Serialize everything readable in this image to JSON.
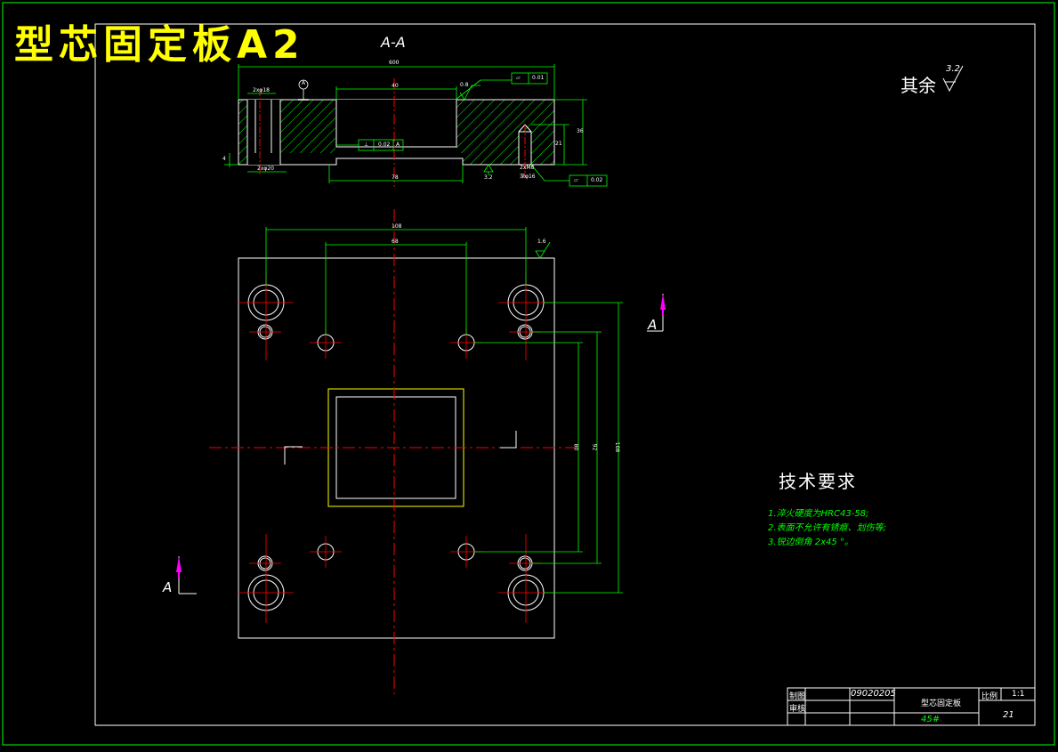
{
  "drawing": {
    "title": "型芯固定板A2",
    "section_label": "A-A",
    "rest_roughness_label": "其余",
    "rest_roughness_value": "3.2",
    "view_marker_right": "A",
    "view_marker_left": "A"
  },
  "section_view": {
    "dims": {
      "overall_width": "600",
      "inner_width": "40",
      "bottom_width": "78",
      "bore_top": "2xφ18",
      "bore_bottom": "2xφ20",
      "right_height": "21",
      "right_total": "36",
      "left_step": "4",
      "thread_spec_1": "2xM8",
      "thread_spec_2": "深φ16"
    },
    "roughness_top": "0.8",
    "roughness_bottom": "3.2",
    "tolerances": [
      {
        "symbol": "▱",
        "value": "0.01"
      },
      {
        "symbol": "⊥",
        "value": "0.02",
        "datum": "A"
      },
      {
        "symbol": "▱",
        "value": "0.02"
      }
    ],
    "datum": "A"
  },
  "plan_view": {
    "dims": {
      "outer_hole_spacing": "108",
      "inner_hole_spacing": "68",
      "v_inner": "80",
      "v_mid": "92",
      "v_outer": "108"
    },
    "roughness": "1.6"
  },
  "technical_requirements": {
    "heading": "技术要求",
    "items": [
      "1.淬火硬度为HRC43-58;",
      "2.表面不允许有锈痕、划伤等;",
      "3.锐边倒角 2x45 °。"
    ]
  },
  "title_block": {
    "designer_label": "制图",
    "checker_label": "审核",
    "drawing_number": "09020205",
    "part_name": "型芯固定板",
    "scale_label": "比例",
    "scale_value": "1:1",
    "material": "45#",
    "quantity": "21"
  },
  "colors": {
    "background": "#000000",
    "outline": "#ffffff",
    "dimension": "#00ff00",
    "centerline": "#ff0000",
    "title": "#ffff00",
    "cavity": "#ffff00",
    "marker": "#ff00ff"
  }
}
